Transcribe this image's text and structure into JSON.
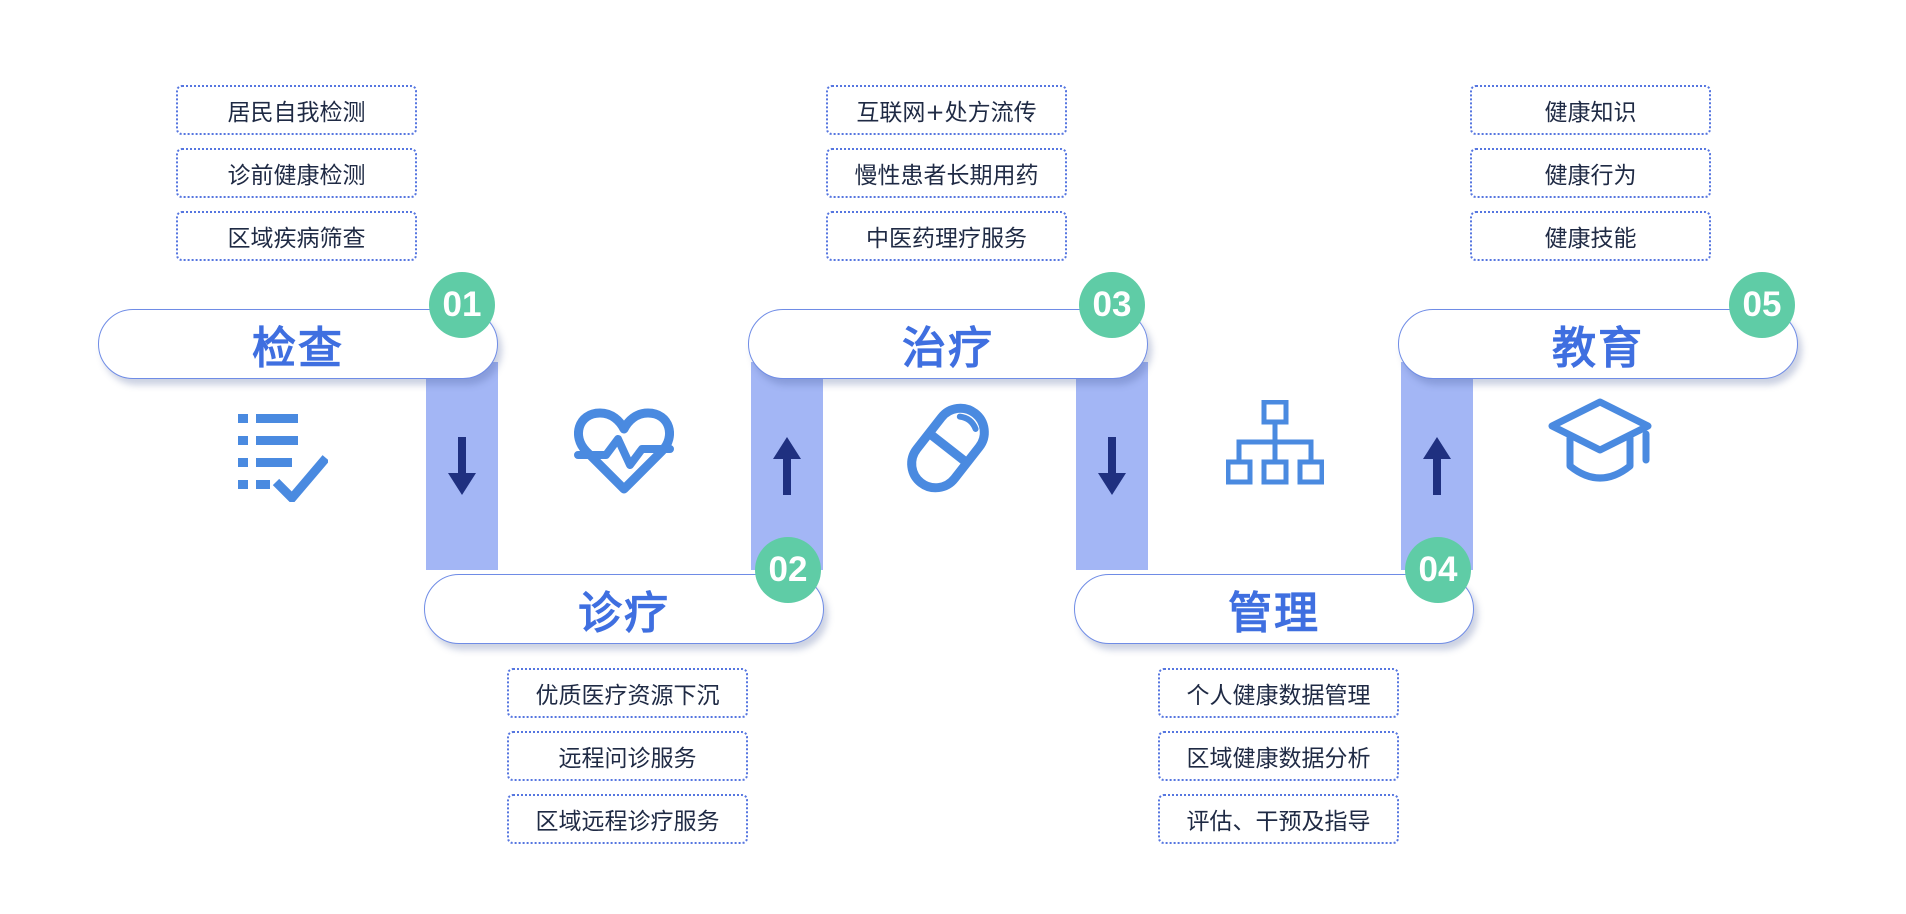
{
  "steps": [
    {
      "number": "01",
      "title": "检查",
      "items": [
        "居民自我检测",
        "诊前健康检测",
        "区域疾病筛查"
      ]
    },
    {
      "number": "02",
      "title": "诊疗",
      "items": [
        "优质医疗资源下沉",
        "远程问诊服务",
        "区域远程诊疗服务"
      ]
    },
    {
      "number": "03",
      "title": "治疗",
      "items": [
        "互联网+处方流传",
        "慢性患者长期用药",
        "中医药理疗服务"
      ]
    },
    {
      "number": "04",
      "title": "管理",
      "items": [
        "个人健康数据管理",
        "区域健康数据分析",
        "评估、干预及指导"
      ]
    },
    {
      "number": "05",
      "title": "教育",
      "items": [
        "健康知识",
        "健康行为",
        "健康技能"
      ]
    }
  ],
  "icons": [
    "checklist-icon",
    "heart-pulse-icon",
    "pill-icon",
    "org-chart-icon",
    "graduation-cap-icon"
  ],
  "colors": {
    "accent": "#3f6fe0",
    "badge": "#5fcca6",
    "connector": "#a3b6f5",
    "arrow": "#1f3080",
    "icon": "#4a8ae0"
  }
}
